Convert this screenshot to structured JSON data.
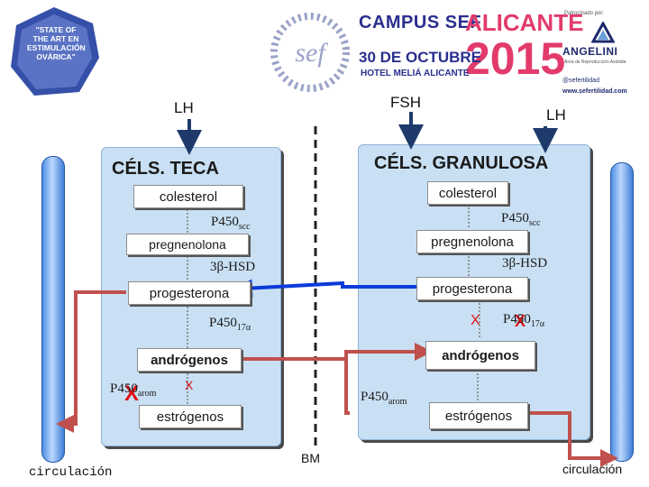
{
  "header": {
    "badge_text": "\"STATE OF THE ART EN ESTIMULACIÓN OVÁRICA\"",
    "campus": "CAMPUS SEF",
    "city": "ALICANTE",
    "year": "2015",
    "date": "30 DE OCTUBRE",
    "hotel": "HOTEL MELIÁ ALICANTE",
    "sponsor_label": "Patrocinado por:",
    "sponsor_name": "ANGELINI",
    "sponsor_area": "Área de Reproducción Asistida",
    "social": "@sefertilidad",
    "website": "www.sefertilidad.com"
  },
  "hormones": {
    "lh_left": "LH",
    "fsh": "FSH",
    "lh_right": "LH"
  },
  "teca": {
    "title": "CÉLS. TECA",
    "colesterol": "colesterol",
    "p450scc": "P450",
    "p450scc_sub": "scc",
    "pregnenolona": "pregnenolona",
    "hsd": "3β-HSD",
    "progesterona": "progesterona",
    "p45017": "P450",
    "p45017_sub": "17α",
    "androgenos": "andrógenos",
    "p450arom": "P450",
    "p450arom_sub": "arom",
    "estrogenos": "estrógenos"
  },
  "granulosa": {
    "title": "CÉLS. GRANULOSA",
    "colesterol": "colesterol",
    "p450scc": "P450",
    "p450scc_sub": "scc",
    "pregnenolona": "pregnenolona",
    "hsd": "3β-HSD",
    "progesterona": "progesterona",
    "p45017": "P450",
    "p45017_sub": "17α",
    "androgenos": "andrógenos",
    "p450arom": "P450",
    "p450arom_sub": "arom",
    "estrogenos": "estrógenos"
  },
  "labels": {
    "bm": "BM",
    "circ_left": "circulación",
    "circ_right": "circulación"
  },
  "colors": {
    "navy_arrow": "#1d3a6b",
    "red_arrow": "#c0504d",
    "blue_arrow": "#0b3bd9",
    "block_x": "#e01010",
    "cell_fill": "#c9e0f4"
  }
}
